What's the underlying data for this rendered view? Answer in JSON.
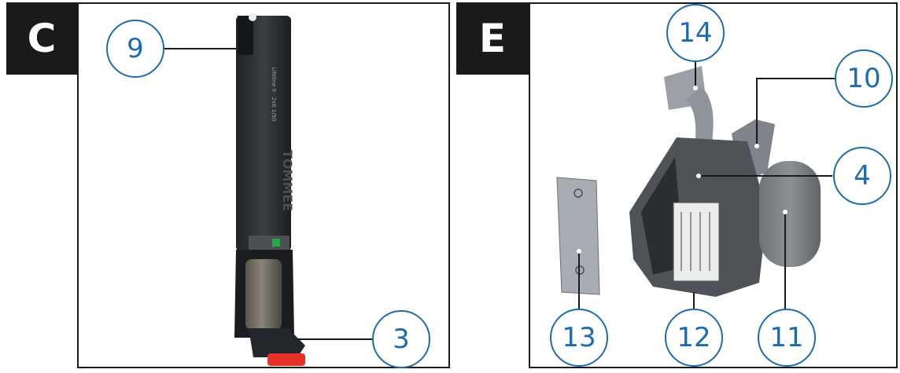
{
  "panels": [
    {
      "id": "c",
      "label": "C"
    },
    {
      "id": "e",
      "label": "E"
    }
  ],
  "callouts": {
    "c_9": "9",
    "c_3": "3",
    "e_14": "14",
    "e_10": "10",
    "e_4": "4",
    "e_13": "13",
    "e_12": "12",
    "e_11": "11"
  },
  "device_text": {
    "brand_mark": "TOMMEE",
    "spec_line": "Lifeline II · 2x6 1/50"
  },
  "colors": {
    "callout_blue": "#1e6bb0",
    "device_body": "#2b2f33",
    "red_tip": "#e5332a",
    "metal": "#8a8f94",
    "plate": "#a7adb2"
  }
}
